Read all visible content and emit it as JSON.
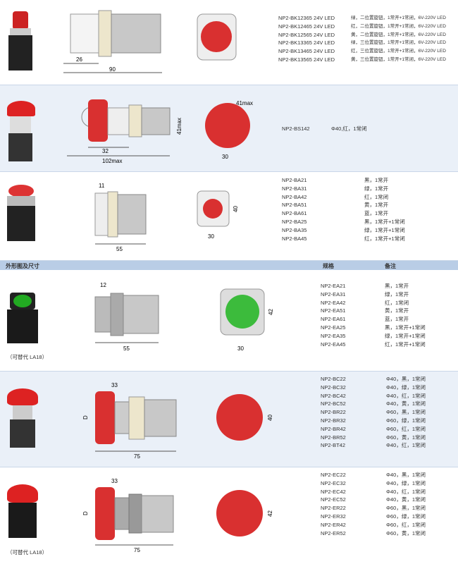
{
  "header": {
    "outline": "外形图及尺寸",
    "spec": "规格",
    "remark": "备注"
  },
  "sections": [
    {
      "dims": [
        "26",
        "90"
      ],
      "codes": [
        "NP2-BK12365 24V  LED",
        "NP2-BK12465 24V  LED",
        "NP2-BK12565 24V  LED",
        "NP2-BK13365 24V  LED",
        "NP2-BK13465 24V  LED",
        "NP2-BK13565 24V  LED"
      ],
      "remarks": [
        "绿，二位置旋钮，1常开+1常闭，6V-220V LED",
        "红，二位置旋钮，1常开+1常闭，6V-220V LED",
        "黄，二位置旋钮，1常开+1常闭，6V-220V LED",
        "绿，三位置旋钮，1常开+1常闭，6V-220V LED",
        "红，三位置旋钮，1常开+1常闭，6V-220V LED",
        "黄，三位置旋钮，1常开+1常闭，6V-220V LED"
      ]
    },
    {
      "dims": [
        "32",
        "102max",
        "41max",
        "41max",
        "30"
      ],
      "codes": [
        "NP2-BS142"
      ],
      "remarks": [
        "Φ40,红，1常闭"
      ]
    },
    {
      "dims": [
        "11",
        "55",
        "40",
        "30"
      ],
      "codes": [
        "NP2-BA21",
        "NP2-BA31",
        "NP2-BA42",
        "NP2-BA51",
        "NP2-BA61",
        "NP2-BA25",
        "NP2-BA35",
        "NP2-BA45"
      ],
      "remarks": [
        "黑，1常开",
        "绿，1常开",
        "红，1常闭",
        "黄，1常开",
        "蓝，1常开",
        "黑，1常开+1常闭",
        "绿，1常开+1常闭",
        "红，1常开+1常闭"
      ]
    },
    {
      "dims": [
        "12",
        "55",
        "42",
        "30"
      ],
      "note": "（可替代 LA18）",
      "codes": [
        "NP2-EA21",
        "NP2-EA31",
        "NP2-EA42",
        "NP2-EA51",
        "NP2-EA61",
        "NP2-EA25",
        "NP2-EA35",
        "NP2-EA45"
      ],
      "remarks": [
        "黑，1常开",
        "绿，1常开",
        "红，1常闭",
        "黄，1常开",
        "蓝，1常开",
        "黑，1常开+1常闭",
        "绿，1常开+1常闭",
        "红，1常开+1常闭"
      ]
    },
    {
      "dims": [
        "33",
        "75",
        "D",
        "40"
      ],
      "codes": [
        "NP2-BC22",
        "NP2-BC32",
        "NP2-BC42",
        "NP2-BC52",
        "NP2-BR22",
        "NP2-BR32",
        "NP2-BR42",
        "NP2-BR52",
        "NP2-BT42"
      ],
      "remarks": [
        "Φ40，黑，1常闭",
        "Φ40，绿，1常闭",
        "Φ40，红，1常闭",
        "Φ40，黄，1常闭",
        "Φ60，黑，1常闭",
        "Φ60，绿，1常闭",
        "Φ60，红，1常闭",
        "Φ60，黄，1常闭",
        "Φ40，红，1常闭"
      ]
    },
    {
      "dims": [
        "33",
        "75",
        "D",
        "42"
      ],
      "note": "（可替代 LA18）",
      "codes": [
        "NP2-EC22",
        "NP2-EC32",
        "NP2-EC42",
        "NP2-EC52",
        "NP2-ER22",
        "NP2-ER32",
        "NP2-ER42",
        "NP2-ER52"
      ],
      "remarks": [
        "Φ40，黑，1常闭",
        "Φ40，绿，1常闭",
        "Φ40，红，1常闭",
        "Φ40，黄，1常闭",
        "Φ60，黑，1常闭",
        "Φ60，绿，1常闭",
        "Φ60，红，1常闭",
        "Φ60，黄，1常闭"
      ]
    }
  ]
}
